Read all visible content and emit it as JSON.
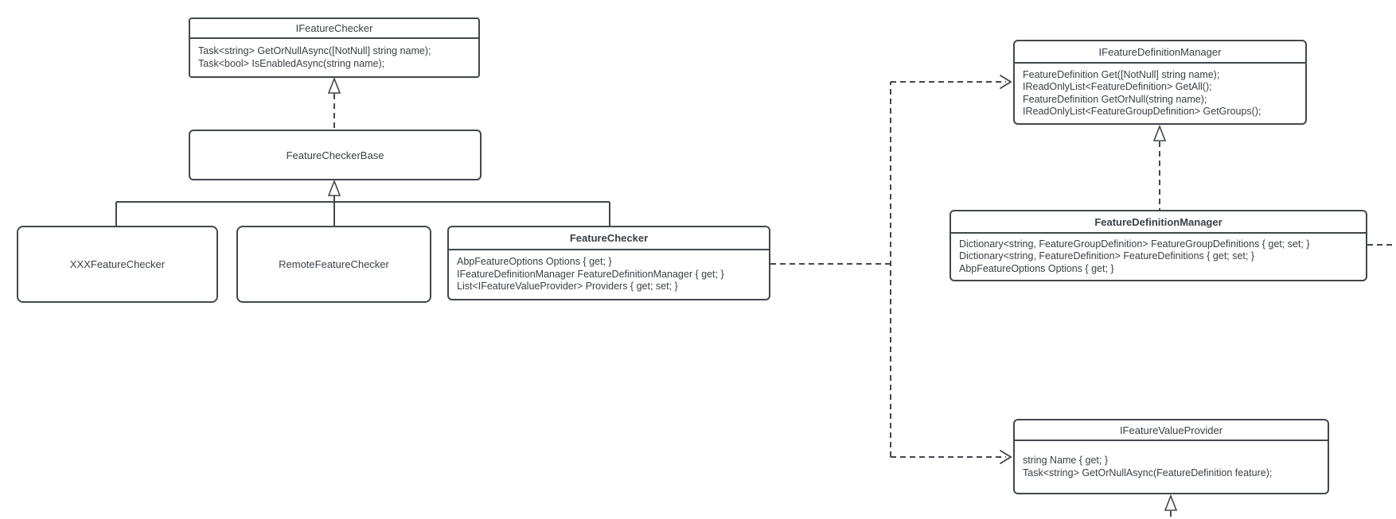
{
  "diagram": {
    "colors": {
      "background": "#ffffff",
      "stroke": "#42474c",
      "text": "#3b4045"
    },
    "classes": {
      "ifeature_checker": {
        "name": "IFeatureChecker",
        "members": [
          "Task<string> GetOrNullAsync([NotNull] string name);",
          "Task<bool> IsEnabledAsync(string name);"
        ]
      },
      "feature_checker_base": {
        "name": "FeatureCheckerBase"
      },
      "xxx_feature_checker": {
        "name": "XXXFeatureChecker"
      },
      "remote_feature_checker": {
        "name": "RemoteFeatureChecker"
      },
      "feature_checker": {
        "name": "FeatureChecker",
        "members": [
          "AbpFeatureOptions Options { get; }",
          "IFeatureDefinitionManager FeatureDefinitionManager { get; }",
          "List<IFeatureValueProvider> Providers { get; set; }"
        ]
      },
      "ifeature_definition_manager": {
        "name": "IFeatureDefinitionManager",
        "members": [
          "FeatureDefinition Get([NotNull] string name);",
          "IReadOnlyList<FeatureDefinition> GetAll();",
          "FeatureDefinition GetOrNull(string name);",
          "IReadOnlyList<FeatureGroupDefinition> GetGroups();"
        ]
      },
      "feature_definition_manager": {
        "name": "FeatureDefinitionManager",
        "members": [
          "Dictionary<string, FeatureGroupDefinition> FeatureGroupDefinitions { get; set; }",
          "Dictionary<string, FeatureDefinition> FeatureDefinitions { get; set; }",
          "AbpFeatureOptions Options { get; }"
        ]
      },
      "ifeature_value_provider": {
        "name": "IFeatureValueProvider",
        "members": [
          "string Name { get; }",
          "Task<string> GetOrNullAsync(FeatureDefinition feature);"
        ]
      }
    },
    "relationships": [
      {
        "from": "FeatureCheckerBase",
        "to": "IFeatureChecker",
        "type": "realization-dashed-hollow-triangle"
      },
      {
        "from": "XXXFeatureChecker",
        "to": "FeatureCheckerBase",
        "type": "inheritance-solid-hollow-triangle"
      },
      {
        "from": "RemoteFeatureChecker",
        "to": "FeatureCheckerBase",
        "type": "inheritance-solid-hollow-triangle"
      },
      {
        "from": "FeatureChecker",
        "to": "FeatureCheckerBase",
        "type": "inheritance-solid-hollow-triangle"
      },
      {
        "from": "FeatureChecker",
        "to": "IFeatureDefinitionManager",
        "type": "dependency-dashed-open-arrow"
      },
      {
        "from": "FeatureChecker",
        "to": "IFeatureValueProvider",
        "type": "dependency-dashed-open-arrow"
      },
      {
        "from": "FeatureDefinitionManager",
        "to": "IFeatureDefinitionManager",
        "type": "realization-dashed-hollow-triangle"
      },
      {
        "from": "FeatureDefinitionManager",
        "to": "offscreen-right",
        "type": "dependency-dashed"
      },
      {
        "from": "offscreen-bottom",
        "to": "IFeatureValueProvider",
        "type": "realization-dashed-hollow-triangle"
      }
    ]
  }
}
